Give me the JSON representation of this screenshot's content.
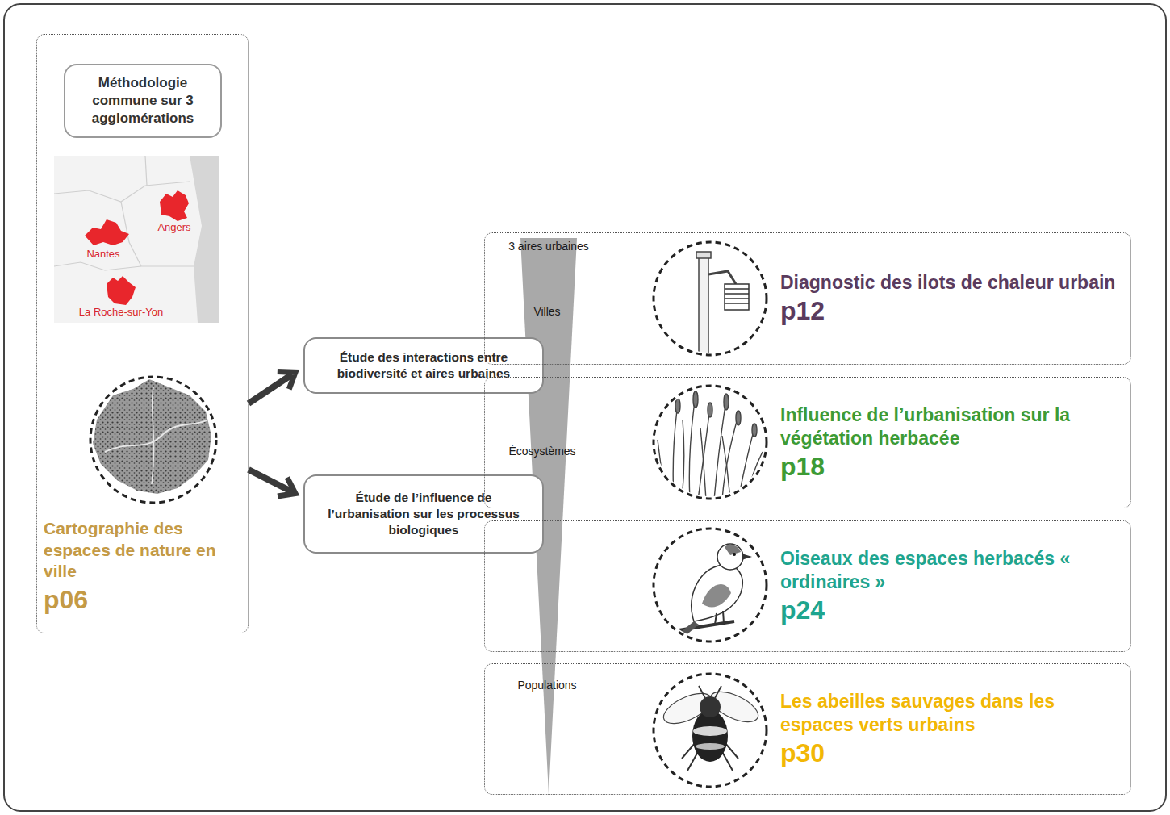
{
  "diagram": {
    "nodes": [
      {
        "text": [
          "Cartographie des espaces de nature en ville",
          "p06"
        ]
      },
      {
        "text": [
          "Méthodologie commune sur 3 agglomérations"
        ],
        "in": 0
      },
      {
        "text": [
          "Étude des interactions entre biodiversité et aires urbaines"
        ]
      },
      {
        "text": [
          "Étude de l’influence de l’urbanisation sur les processus biologiques"
        ]
      },
      {
        "text": [
          "Diagnostic des ilots de chaleur urbain",
          "p12"
        ]
      },
      {
        "text": [
          "Influence de l’urbanisation sur la végétation herbacée",
          "p18"
        ]
      },
      {
        "text": [
          "Oiseaux des espaces herbacés « ordinaires »",
          "p24"
        ]
      },
      {
        "text": [
          "Les abeilles sauvages dans les espaces verts urbains",
          "p30"
        ]
      }
    ],
    "edges": [
      {
        "from": 0,
        "to": 2,
        "arrow": "to"
      },
      {
        "from": 0,
        "to": 3,
        "arrow": "to"
      }
    ],
    "labels": [
      "Angers",
      "Nantes",
      "La Roche-sur-Yon",
      "3 aires urbaines",
      "Villes",
      "Écosystèmes",
      "Populations"
    ]
  }
}
